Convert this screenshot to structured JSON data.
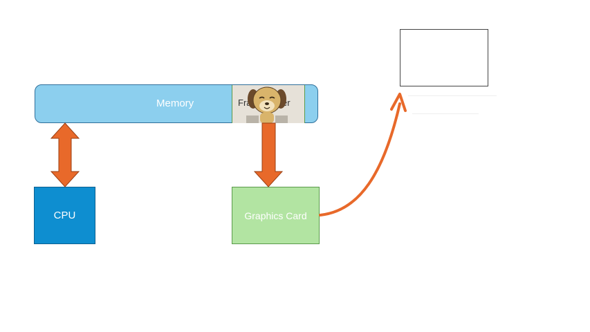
{
  "diagram": {
    "memory_label": "Memory",
    "framebuffer_label": "Frame Buffer",
    "cpu_label": "CPU",
    "gpu_label": "Graphics Card"
  },
  "colors": {
    "memory_fill": "#8ccfee",
    "cpu_fill": "#0e8ed0",
    "gpu_fill": "#b2e4a2",
    "arrow": "#e8692a",
    "monitor_border": "#444444"
  },
  "icons": {
    "framebuffer_image": "cartoon-dog-icon"
  }
}
